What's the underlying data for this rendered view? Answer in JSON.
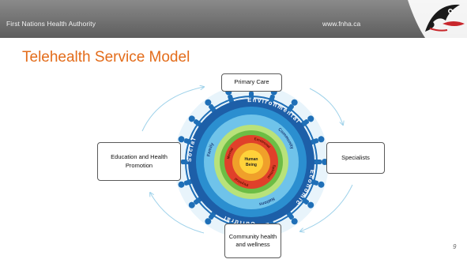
{
  "header": {
    "org_name": "First Nations Health Authority",
    "url": "www.fnha.ca"
  },
  "title": "Telehealth Service Model",
  "nodes": {
    "primary_care": "Primary Care",
    "specialists": "Specialists",
    "education": "Education and Health Promotion",
    "community": "Community health and wellness"
  },
  "wheel": {
    "center_line1": "Human",
    "center_line2": "Being",
    "ring_outer": [
      "Social",
      "Environmental",
      "Economic",
      "Cultural"
    ],
    "ring_mid": [
      "Family",
      "Community",
      "Nations"
    ],
    "ring_inner": [
      "Mental",
      "Emotional",
      "Spiritual",
      "Physical"
    ]
  },
  "colors": {
    "title": "#e36c1a",
    "header_bar": "#6f6f6f",
    "arrow": "#9fd2ea",
    "wheel_blue": "#1f6fb7"
  },
  "page_number": "9"
}
